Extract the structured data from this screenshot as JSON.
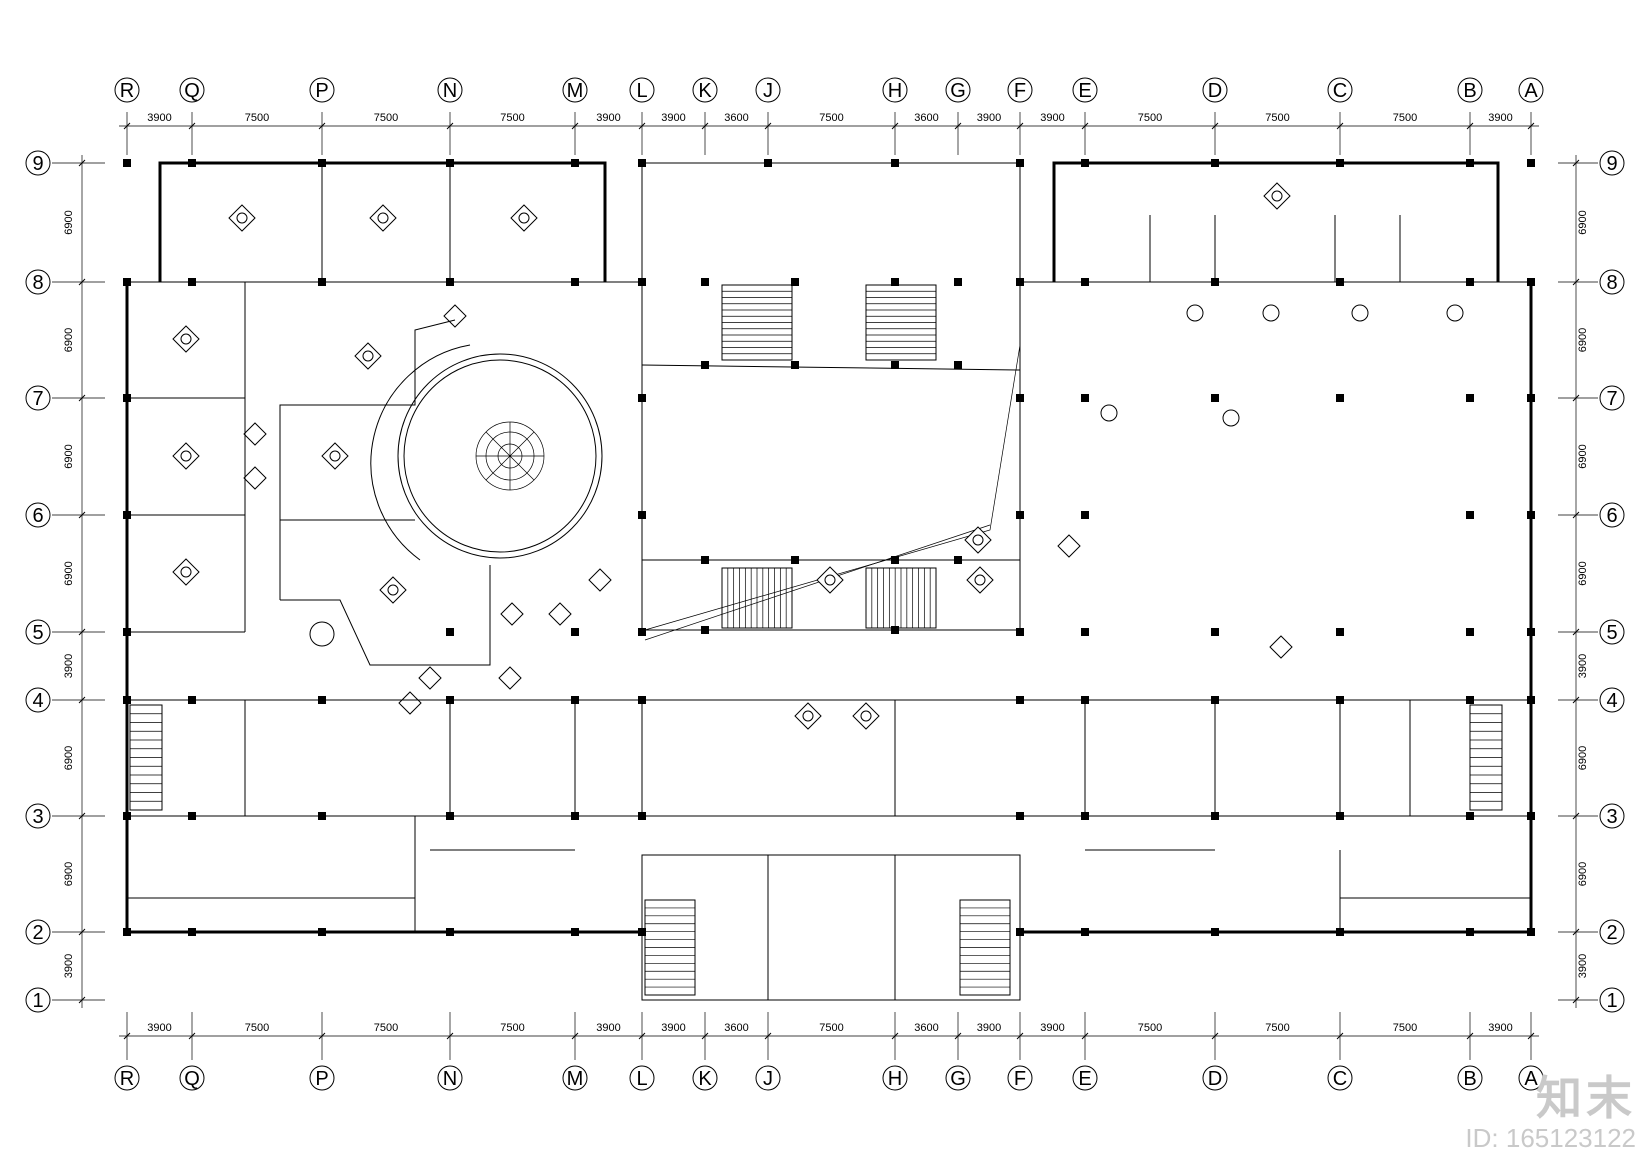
{
  "drawing": {
    "type": "architectural floor plan",
    "column_axes": [
      "R",
      "Q",
      "P",
      "N",
      "M",
      "L",
      "K",
      "J",
      "H",
      "G",
      "F",
      "E",
      "D",
      "C",
      "B",
      "A"
    ],
    "column_spacings": [
      "3900",
      "7500",
      "7500",
      "7500",
      "3900",
      "3900",
      "3600",
      "7500",
      "3600",
      "3900",
      "3900",
      "7500",
      "7500",
      "7500",
      "3900"
    ],
    "row_axes": [
      "9",
      "8",
      "7",
      "6",
      "5",
      "4",
      "3",
      "2",
      "1"
    ],
    "row_spacings": [
      "6900",
      "6900",
      "6900",
      "6900",
      "3900",
      "6900",
      "6900",
      "3900"
    ]
  },
  "watermark": {
    "logo": "知末",
    "id": "ID: 165123122"
  }
}
